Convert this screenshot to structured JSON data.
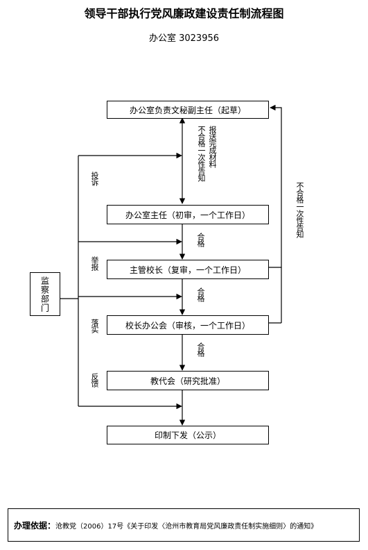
{
  "title": "领导干部执行党风廉政建设责任制流程图",
  "subtitle": "办公室  3023956",
  "boxes": {
    "draft": "办公室负责文秘副主任（起草）",
    "preliminary": "办公室主任（初审，一个工作日）",
    "review": "主管校长（复审，一个工作日）",
    "audit": "校长办公会（审核，一个工作日）",
    "approval": "教代会（研究批准）",
    "publish": "印制下发（公示）",
    "supervision": "监察部门"
  },
  "labels": {
    "report": "报送完成材料",
    "reject_inform": "不合格一次性告知",
    "reject_right": "不合格一次性告知",
    "pass1": "合格",
    "pass2": "合格",
    "pass3": "合格",
    "complaint": "投诉",
    "tipoff": "举报",
    "implement": "落实",
    "feedback": "反馈"
  },
  "footer": {
    "label": "办理依据：",
    "text": "沧教党（2006）17号《关于印发〈沧州市教育局党风廉政责任制实施细则〉的通知》"
  }
}
